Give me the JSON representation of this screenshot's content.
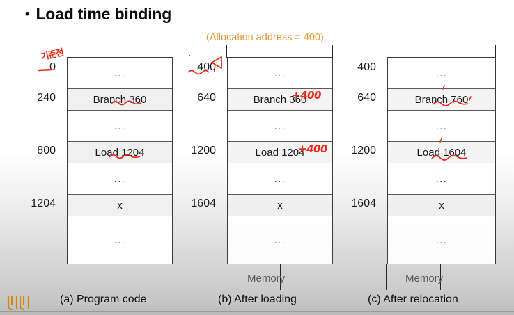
{
  "slide": {
    "title": "Load time binding",
    "bullet_glyph": "•",
    "allocation_note": "(Allocation address = 400)"
  },
  "columns": [
    {
      "id": "a",
      "caption": "(a) Program code",
      "memory_label": "",
      "addresses": [
        "0",
        "240",
        "800",
        "1204"
      ],
      "rows": [
        {
          "text": "...",
          "type": "dots"
        },
        {
          "text": "Branch 360",
          "type": "inst"
        },
        {
          "text": "...",
          "type": "dots"
        },
        {
          "text": "Load 1204",
          "type": "inst"
        },
        {
          "text": "...",
          "type": "dots"
        },
        {
          "text": "x",
          "type": "inst"
        },
        {
          "text": "...",
          "type": "dots"
        }
      ]
    },
    {
      "id": "b",
      "caption": "(b) After loading",
      "memory_label": "Memory",
      "addresses": [
        "400",
        "640",
        "1200",
        "1604"
      ],
      "rows": [
        {
          "text": "...",
          "type": "dots"
        },
        {
          "text": "Branch 360",
          "type": "inst"
        },
        {
          "text": "...",
          "type": "dots"
        },
        {
          "text": "Load 1204",
          "type": "inst"
        },
        {
          "text": "...",
          "type": "dots"
        },
        {
          "text": "x",
          "type": "inst"
        },
        {
          "text": "...",
          "type": "dots"
        }
      ]
    },
    {
      "id": "c",
      "caption": "(c) After relocation",
      "memory_label": "Memory",
      "addresses": [
        "400",
        "640",
        "1200",
        "1604"
      ],
      "rows": [
        {
          "text": "...",
          "type": "dots"
        },
        {
          "text": "Branch 760",
          "type": "inst"
        },
        {
          "text": "...",
          "type": "dots"
        },
        {
          "text": "Load 1604",
          "type": "inst"
        },
        {
          "text": "...",
          "type": "dots"
        },
        {
          "text": "x",
          "type": "inst"
        },
        {
          "text": "...",
          "type": "dots"
        }
      ]
    }
  ],
  "annotations": {
    "korean_note": "기준점",
    "plus_400_b_branch": "+400",
    "plus_400_b_load": "+400"
  },
  "colors": {
    "ink_red": "#ED2B15",
    "accent_orange": "#E8962C",
    "logo_gold": "#D08A0A",
    "text_dark": "#1a1a1a",
    "muted_gray": "#595959"
  }
}
